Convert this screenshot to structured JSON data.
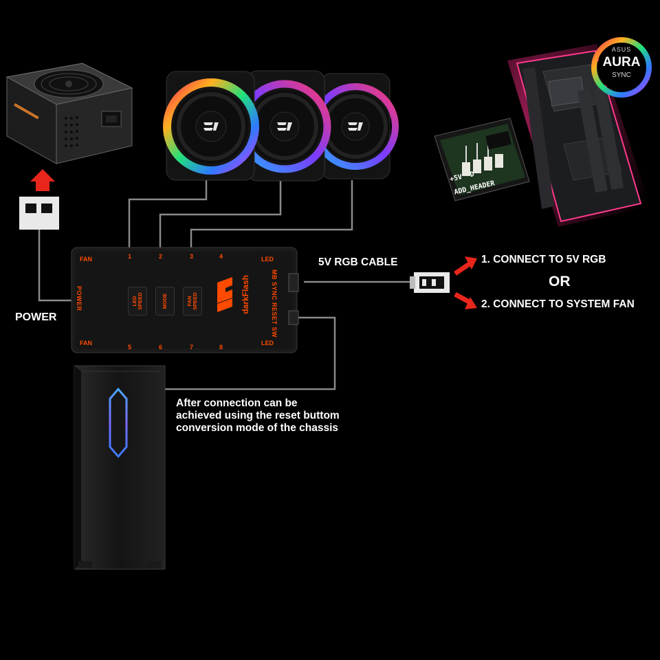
{
  "labels": {
    "power": "POWER",
    "cable": "5V RGB CABLE",
    "option1": "1. CONNECT TO 5V RGB",
    "or": "OR",
    "option2": "2. CONNECT TO SYSTEM FAN",
    "note": "After connection can be achieved using the reset buttom conversion mode of the chassis"
  },
  "hub": {
    "brand": "darkFlash",
    "left_top": "FAN",
    "left_middle": "POWER",
    "left_bottom": "FAN",
    "right_top": "LED",
    "right_mb_sync": "MB SYNC",
    "right_reset": "RESET SW",
    "right_bottom": "LED",
    "ports_top": [
      "1",
      "2",
      "3",
      "4"
    ],
    "ports_bottom": [
      "5",
      "6",
      "7",
      "8"
    ],
    "buttons": [
      "LED\nSPEED",
      "MODE",
      "FAN\nSPEED"
    ]
  },
  "aura": {
    "brand": "ASUS",
    "name": "AURA",
    "sub": "SYNC"
  },
  "header": {
    "line1": "+5V  D",
    "line2": "ADD_HEADER"
  },
  "colors": {
    "accent": "#ff4a00",
    "arrow": "#e8261b",
    "background": "#000000",
    "wire": "#8a8a8a"
  },
  "icons": [
    "psu-icon",
    "fan-icon",
    "motherboard-icon",
    "chassis-icon",
    "connector-icon",
    "arrow-icon",
    "aura-sync-logo"
  ]
}
